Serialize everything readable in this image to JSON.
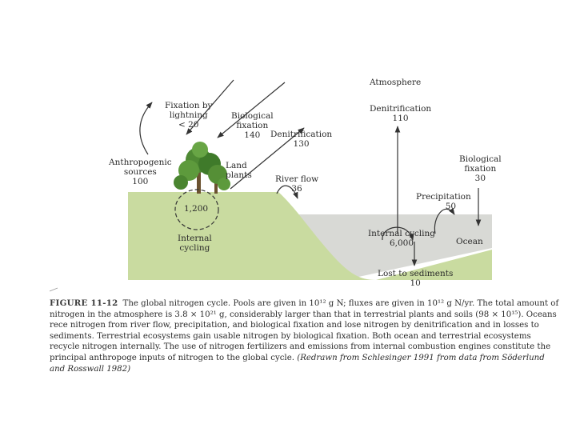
{
  "labels": {
    "atmosphere": "Atmosphere",
    "fixation_lightning": [
      "Fixation by",
      "lightning",
      "< 20"
    ],
    "biological_fixation_land": [
      "Biological",
      "fixation",
      "140"
    ],
    "denitrification_land": [
      "Denitrification",
      "130"
    ],
    "anthropogenic": [
      "Anthropogenic",
      "sources",
      "100"
    ],
    "land_plants": [
      "Land",
      "plants"
    ],
    "land_pool": "1,200",
    "internal_cycling_land": [
      "Internal",
      "cycling"
    ],
    "river_flow": [
      "River flow",
      "36"
    ],
    "denitrification_ocean": [
      "Denitrification",
      "110"
    ],
    "biological_fixation_ocean": [
      "Biological",
      "fixation",
      "30"
    ],
    "precipitation": [
      "Precipitation",
      "50"
    ],
    "internal_cycling_ocean": [
      "Internal cycling",
      "6,000"
    ],
    "ocean": "Ocean",
    "lost_to_sediments": [
      "Lost to sediments",
      "10"
    ]
  },
  "caption": {
    "figure_label": "FIGURE 11-12",
    "text": "The global nitrogen cycle. Pools are given in 10¹² g N; fluxes are given in 10¹² g N/yr. The total amount of nitrogen in the atmosphere is 3.8 × 10²¹ g, considerably larger than that in terrestrial plants and soils (98 × 10¹⁵). Oceans rece nitrogen from river flow, precipitation, and biological fixation and lose nitrogen by denitrification and in losses to sediments. Terrestrial ecosystems gain usable nitrogen by biological fixation. Both ocean and terrestrial ecosystems recycle nitrogen internally. The use of nitrogen fertilizers and emissions from internal combustion engines constitute the principal anthropoge inputs of nitrogen to the global cycle.",
    "citation": "(Redrawn from Schlesinger 1991 from data from Söderlund and Rosswall 1982)"
  },
  "colors": {
    "land": "#c9dba0",
    "ocean": "#d8d9d5",
    "arrow": "#333333",
    "tree": "#4f8a34"
  }
}
